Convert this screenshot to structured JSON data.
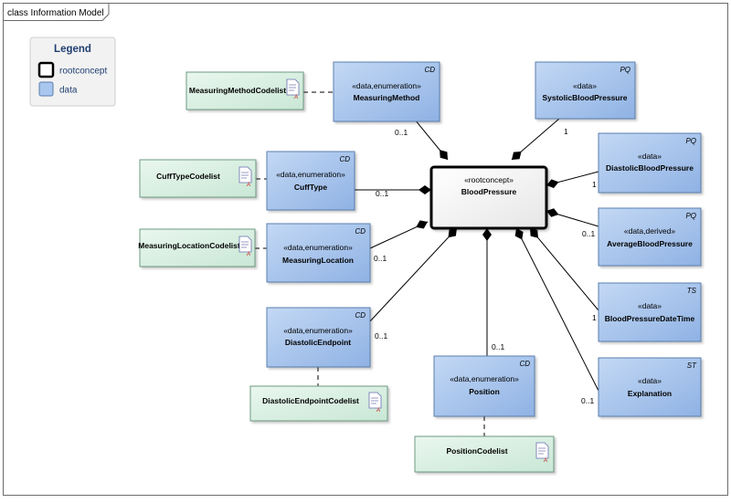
{
  "frame": {
    "title": "class Information Model"
  },
  "legend": {
    "title": "Legend",
    "items": [
      {
        "label": "rootconcept"
      },
      {
        "label": "data"
      }
    ]
  },
  "colors": {
    "data_fill": "#a8c6ee",
    "data_stroke": "#5a7fae",
    "codelist_fill": "#d8efe2",
    "codelist_stroke": "#6e9a82",
    "root_fill": "#f4f4f4",
    "line": "#000000"
  },
  "nodes": {
    "blood_pressure": {
      "stereotype": "«rootconcept»",
      "name": "BloodPressure"
    },
    "measuring_method": {
      "stereotype": "«data,enumeration»",
      "name": "MeasuringMethod",
      "type": "CD"
    },
    "systolic": {
      "stereotype": "«data»",
      "name": "SystolicBloodPressure",
      "type": "PQ"
    },
    "diastolic": {
      "stereotype": "«data»",
      "name": "DiastolicBloodPressure",
      "type": "PQ"
    },
    "average": {
      "stereotype": "«data,derived»",
      "name": "AverageBloodPressure",
      "type": "PQ"
    },
    "datetime": {
      "stereotype": "«data»",
      "name": "BloodPressureDateTime",
      "type": "TS"
    },
    "explanation": {
      "stereotype": "«data»",
      "name": "Explanation",
      "type": "ST"
    },
    "position": {
      "stereotype": "«data,enumeration»",
      "name": "Position",
      "type": "CD"
    },
    "diastolic_endpoint": {
      "stereotype": "«data,enumeration»",
      "name": "DiastolicEndpoint",
      "type": "CD"
    },
    "measuring_location": {
      "stereotype": "«data,enumeration»",
      "name": "MeasuringLocation",
      "type": "CD"
    },
    "cuff_type": {
      "stereotype": "«data,enumeration»",
      "name": "CuffType",
      "type": "CD"
    }
  },
  "codelists": {
    "measuring_method": {
      "name": "MeasuringMethodCodelist"
    },
    "cuff_type": {
      "name": "CuffTypeCodelist"
    },
    "measuring_location": {
      "name": "MeasuringLocationCodelist"
    },
    "diastolic_endpoint": {
      "name": "DiastolicEndpointCodelist"
    },
    "position": {
      "name": "PositionCodelist"
    }
  },
  "multiplicities": {
    "measuring_method": "0..1",
    "systolic": "1",
    "diastolic": "1",
    "average": "0..1",
    "datetime": "1",
    "explanation": "0..1",
    "position": "0..1",
    "diastolic_endpoint": "0..1",
    "measuring_location": "0..1",
    "cuff_type": "0..1"
  }
}
